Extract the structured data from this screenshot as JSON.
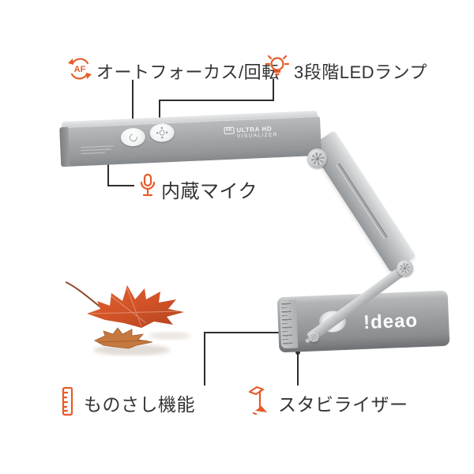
{
  "colors": {
    "accent_orange": "#e65b28",
    "label_text": "#333333",
    "device_gray": "#a3a6a8",
    "background": "#ffffff",
    "callout_line": "#2d2d2d"
  },
  "product": {
    "brand_logo": "!deao",
    "head_badge": "4K",
    "head_title": "ULTRA HD",
    "head_subtitle": "VISUALIZER",
    "af_icon_text": "AF"
  },
  "features": {
    "autofocus": {
      "label": "オートフォーカス/回転",
      "icon": "af-rotate-icon"
    },
    "led": {
      "label": "3段階LEDランプ",
      "icon": "lightbulb-icon"
    },
    "microphone": {
      "label": "内蔵マイク",
      "icon": "microphone-icon"
    },
    "ruler": {
      "label": "ものさし機能",
      "icon": "ruler-icon"
    },
    "stabilizer": {
      "label": "スタビライザー",
      "icon": "stabilizer-icon"
    }
  }
}
